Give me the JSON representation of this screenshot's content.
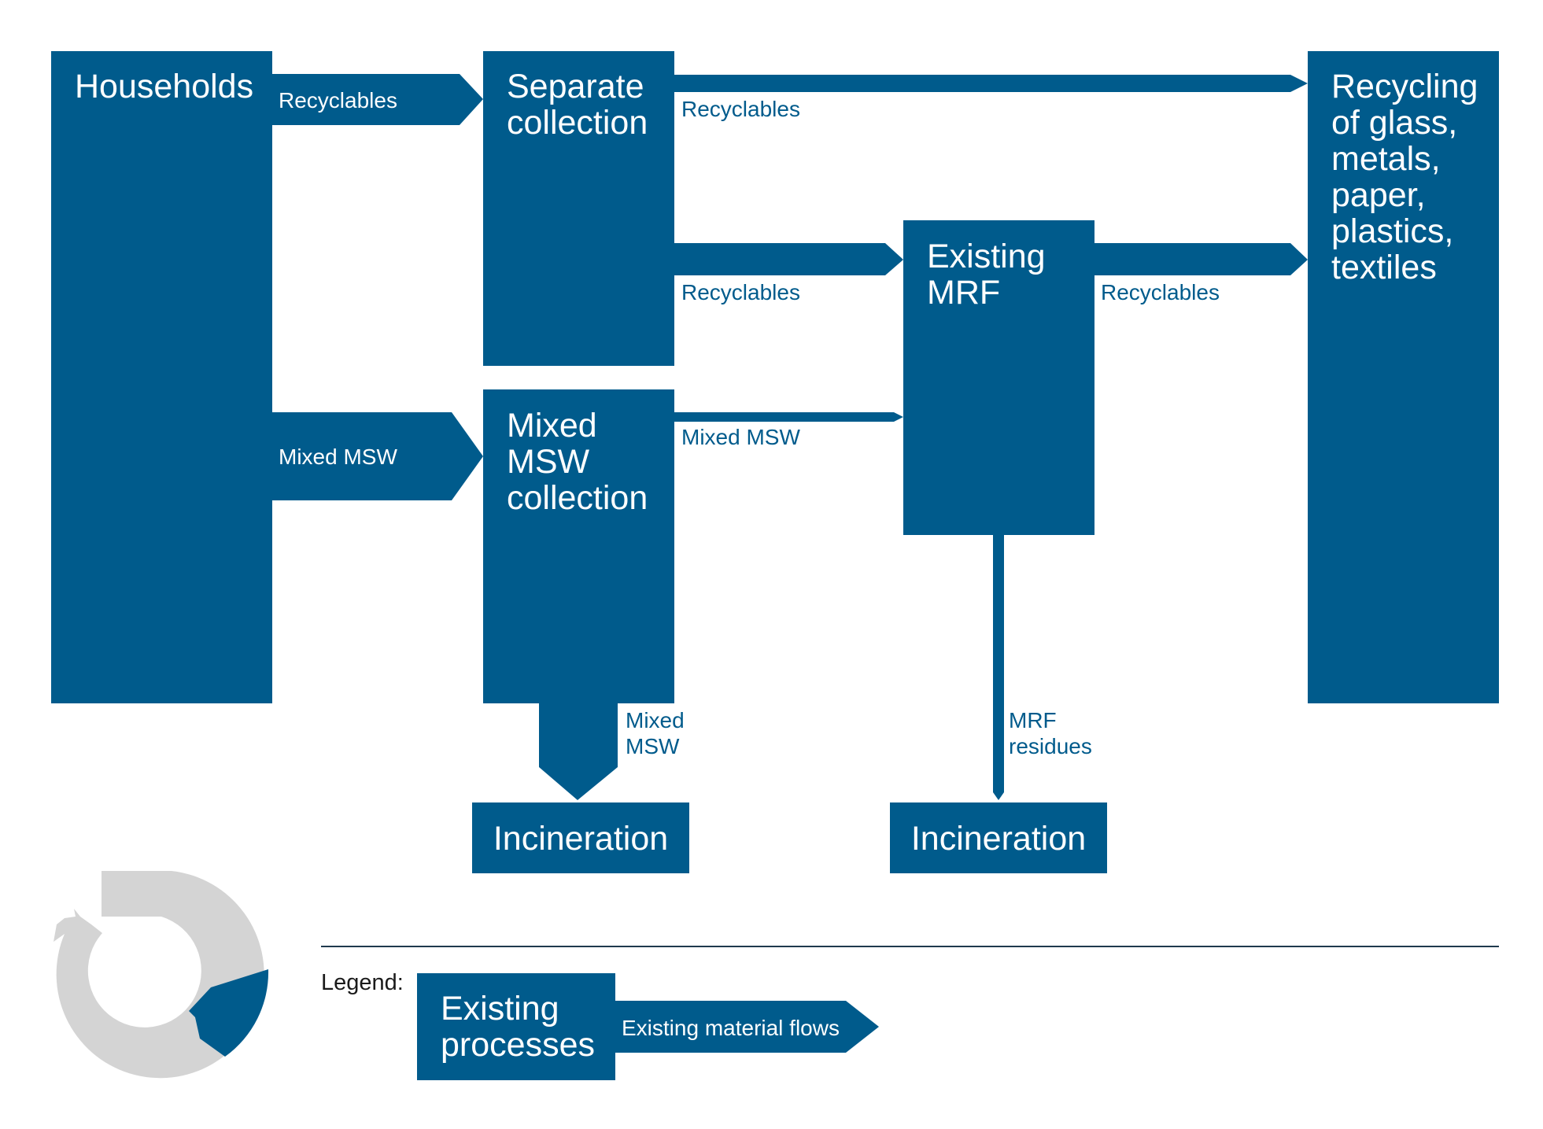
{
  "colors": {
    "process_fill": "#005b8c",
    "flow_fill": "#005b8c",
    "logo_grey": "#d4d4d4",
    "logo_blue": "#005b8c",
    "divider": "#1f3a4d"
  },
  "processes": {
    "households": [
      "Households"
    ],
    "separate_collection": [
      "Separate",
      "collection"
    ],
    "mixed_msw_collection": [
      "Mixed",
      "MSW",
      "collection"
    ],
    "existing_mrf": [
      "Existing",
      "MRF"
    ],
    "recycling": [
      "Recycling",
      "of glass,",
      "metals,",
      "paper,",
      "plastics,",
      "textiles"
    ],
    "incineration_1": [
      "Incineration"
    ],
    "incineration_2": [
      "Incineration"
    ]
  },
  "flows": {
    "households_to_separate": [
      "Recyclables"
    ],
    "households_to_mixed": [
      "Mixed MSW"
    ],
    "separate_to_recycling": [
      "Recyclables"
    ],
    "separate_to_mrf": [
      "Recyclables"
    ],
    "mixed_to_mrf": [
      "Mixed MSW"
    ],
    "mrf_to_recycling": [
      "Recyclables"
    ],
    "mixed_to_incineration": [
      "Mixed",
      "MSW"
    ],
    "mrf_to_incineration": [
      "MRF",
      "residues"
    ]
  },
  "legend": {
    "label": "Legend:",
    "process": [
      "Existing",
      "processes"
    ],
    "flow": [
      "Existing material flows"
    ]
  },
  "logo_icon": "circular-economy-logo-icon"
}
